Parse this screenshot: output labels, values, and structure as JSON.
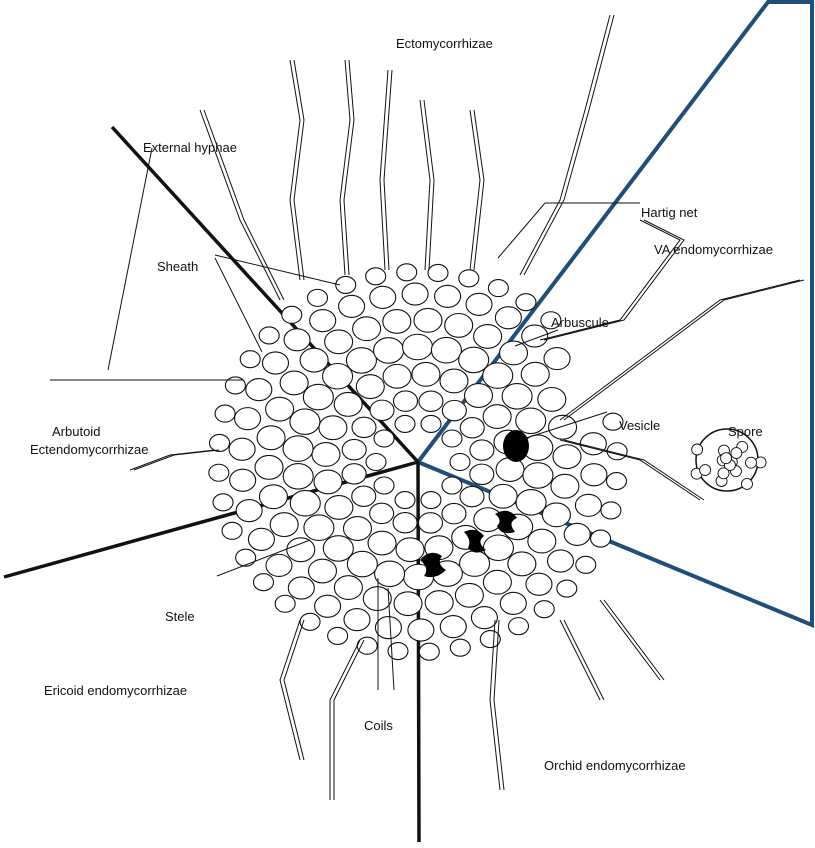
{
  "labels": {
    "ectomycorrhizae": "Ectomycorrhizae",
    "external_hyphae": "External hyphae",
    "hartig_net": "Hartig net",
    "sheath": "Sheath",
    "va_endomycorrhizae": "VA endomycorrhizae",
    "arbuscule": "Arbuscule",
    "vesicle": "Vesicle",
    "spore": "Spore",
    "arbutoid_line1": "Arbutoid",
    "arbutoid_line2": "Ectendomycorrhizae",
    "stele": "Stele",
    "ericoid": "Ericoid endomycorrhizae",
    "coils": "Coils",
    "orchid": "Orchid endomycorrhizae"
  },
  "colors": {
    "ink": "#111111",
    "va_sector_outline": "#1f4e79",
    "vesicle_fill": "#000000"
  }
}
